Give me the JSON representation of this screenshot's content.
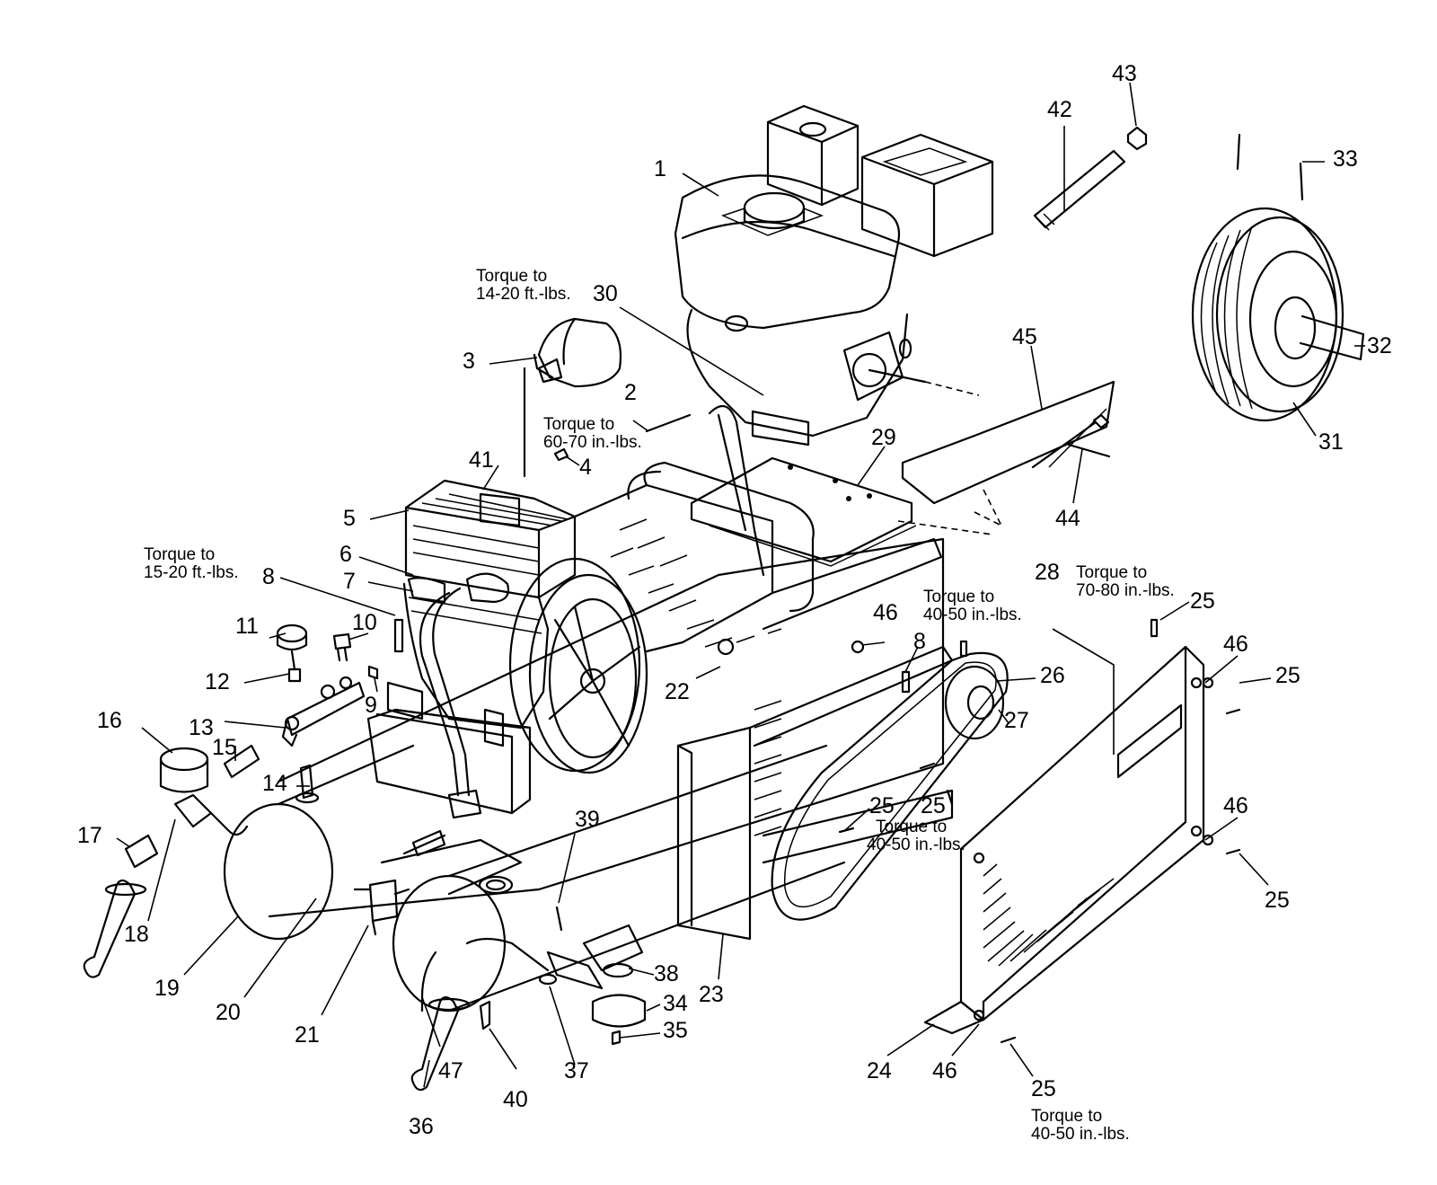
{
  "callouts": [
    "1",
    "2",
    "3",
    "4",
    "5",
    "6",
    "7",
    "8",
    "8",
    "9",
    "10",
    "11",
    "12",
    "13",
    "14",
    "15",
    "16",
    "17",
    "18",
    "19",
    "20",
    "21",
    "22",
    "23",
    "24",
    "25",
    "25",
    "25",
    "25",
    "25",
    "25",
    "26",
    "27",
    "28",
    "29",
    "30",
    "31",
    "32",
    "33",
    "34",
    "35",
    "36",
    "37",
    "38",
    "39",
    "40",
    "41",
    "42",
    "43",
    "44",
    "45",
    "46",
    "46",
    "46",
    "46",
    "47"
  ],
  "torque_notes": [
    {
      "line1": "Torque to",
      "line2": "14-20 ft.-lbs."
    },
    {
      "line1": "Torque to",
      "line2": "60-70 in.-lbs."
    },
    {
      "line1": "Torque to",
      "line2": "15-20 ft.-lbs."
    },
    {
      "line1": "Torque to",
      "line2": "40-50 in.-lbs."
    },
    {
      "line1": "Torque to",
      "line2": "70-80 in.-lbs."
    },
    {
      "line1": "Torque to",
      "line2": "40-50 in.-lbs."
    },
    {
      "line1": "Torque to",
      "line2": "40-50 in.-lbs."
    }
  ]
}
